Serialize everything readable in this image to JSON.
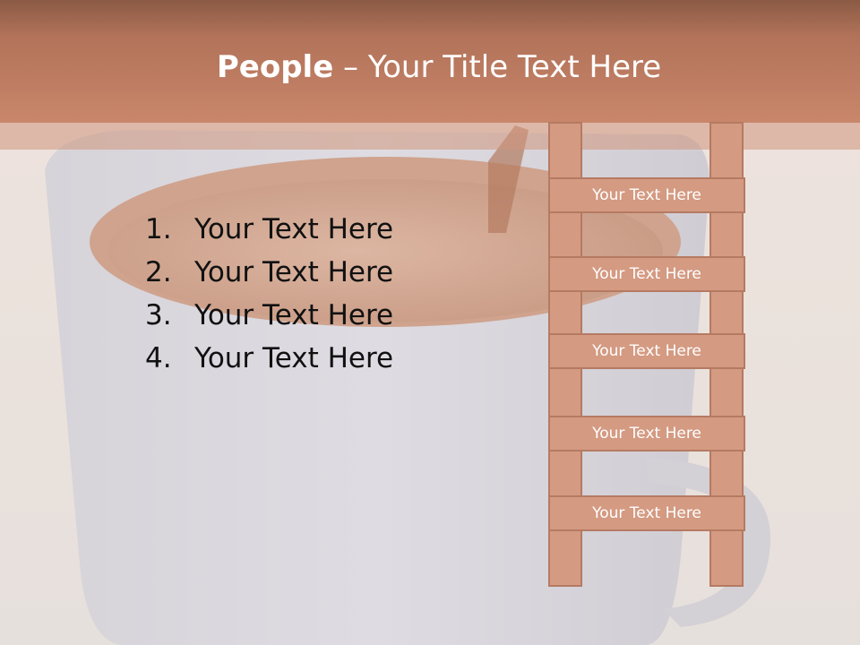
{
  "slide": {
    "title_bold": "People",
    "title_rest": " – Your Title Text Here",
    "list": [
      {
        "num": "1.",
        "text": "Your Text Here"
      },
      {
        "num": "2.",
        "text": "Your Text Here"
      },
      {
        "num": "3.",
        "text": "Your Text Here"
      },
      {
        "num": "4.",
        "text": "Your Text Here"
      }
    ],
    "ladder": [
      "Your Text Here",
      "Your Text Here",
      "Your Text Here",
      "Your Text Here",
      "Your Text Here"
    ]
  },
  "colors": {
    "title_band": "#c9866a",
    "ladder_fill": "#d49a82",
    "ladder_border": "#b57a62"
  }
}
